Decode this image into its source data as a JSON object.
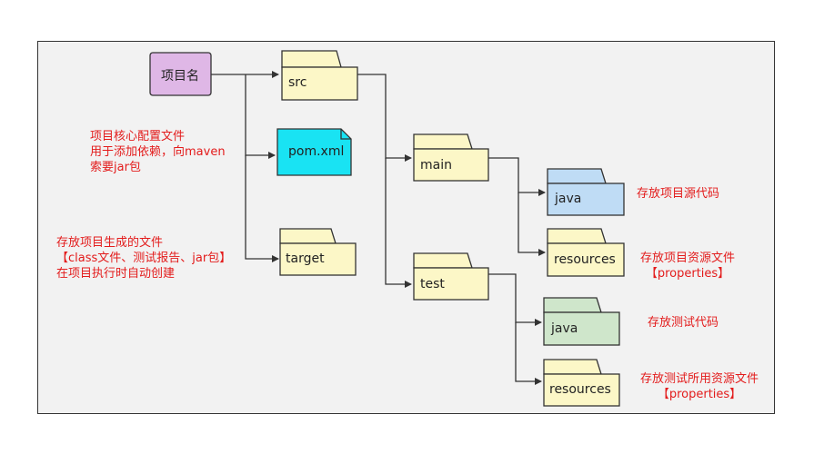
{
  "root": {
    "label": "项目名",
    "color": "#dfb7e6"
  },
  "nodes": {
    "src": {
      "label": "src",
      "kind": "folder",
      "color": "#fcf7c7"
    },
    "pom": {
      "label": "pom.xml",
      "kind": "file",
      "color": "#19e3f3"
    },
    "target": {
      "label": "target",
      "kind": "folder",
      "color": "#fcf7c7"
    },
    "main": {
      "label": "main",
      "kind": "folder",
      "color": "#fcf7c7"
    },
    "test": {
      "label": "test",
      "kind": "folder",
      "color": "#fcf7c7"
    },
    "main_java": {
      "label": "java",
      "kind": "folder",
      "color": "#bfdcf5"
    },
    "main_resources": {
      "label": "resources",
      "kind": "folder",
      "color": "#fcf7c7"
    },
    "test_java": {
      "label": "java",
      "kind": "folder",
      "color": "#cfe6cb"
    },
    "test_resources": {
      "label": "resources",
      "kind": "folder",
      "color": "#fcf7c7"
    }
  },
  "notes": {
    "pom_note": [
      "项目核心配置文件",
      "用于添加依赖，向maven",
      "索要jar包"
    ],
    "target_note": [
      "存放项目生成的文件",
      "【class文件、测试报告、jar包】",
      "在项目执行时自动创建"
    ],
    "main_java_note": [
      "存放项目源代码"
    ],
    "main_resources_note": [
      "存放项目资源文件",
      "【properties】"
    ],
    "test_java_note": [
      "存放测试代码"
    ],
    "test_resources_note": [
      "存放测试所用资源文件",
      "【properties】"
    ]
  },
  "colors": {
    "note_text": "#e31b1b",
    "connector": "#333333",
    "frame_bg": "#f2f2f2"
  }
}
